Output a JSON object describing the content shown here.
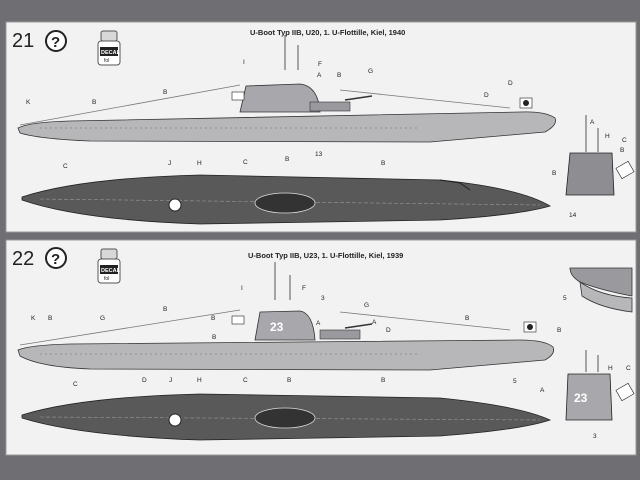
{
  "panels": [
    {
      "step": "21",
      "question_icon": "?",
      "decal": {
        "word": "DECAL",
        "sub": "fol"
      },
      "title": "U-Boot Typ IIB, U20, 1. U-Flottille, Kiel, 1940",
      "callout_letters": [
        "I",
        "F",
        "A",
        "B",
        "G",
        "K",
        "D",
        "B",
        "D",
        "B",
        "C",
        "J",
        "H",
        "C",
        "B",
        "B"
      ],
      "callout_numbers": [
        "13",
        "14"
      ],
      "side_labels": [
        "B",
        "A",
        "H",
        "C",
        "B"
      ]
    },
    {
      "step": "22",
      "question_icon": "?",
      "decal": {
        "word": "DECAL",
        "sub": "fol"
      },
      "title": "U-Boot Typ IIB, U23, 1. U-Flottille, Kiel, 1939",
      "tower_number": "23",
      "callout_letters": [
        "I",
        "F",
        "A",
        "G",
        "K",
        "B",
        "G",
        "B",
        "B",
        "B",
        "A",
        "D",
        "B",
        "C",
        "D",
        "J",
        "H",
        "C",
        "B",
        "B"
      ],
      "callout_numbers": [
        "3",
        "5",
        "5",
        "3"
      ],
      "side_labels": [
        "A",
        "B",
        "H",
        "C"
      ]
    }
  ]
}
